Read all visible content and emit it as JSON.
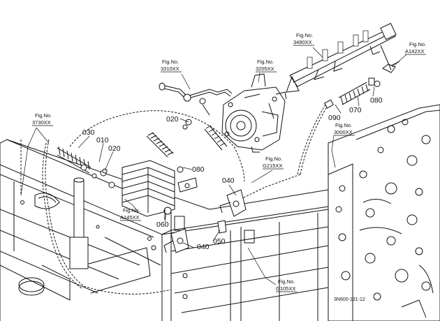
{
  "figure_refs": {
    "fig_3480": {
      "line1": "Fig.No.",
      "line2": "3480XX"
    },
    "fig_a142": {
      "line1": "Fig.No.",
      "line2": "A142XX"
    },
    "fig_3310": {
      "line1": "Fig.No.",
      "line2": "3310XX"
    },
    "fig_3205": {
      "line1": "Fig.No.",
      "line2": "3205XX"
    },
    "fig_3730": {
      "line1": "Fig.No.",
      "line2": "3730XX"
    },
    "fig_3000": {
      "line1": "Fig.No.",
      "line2": "3000XX"
    },
    "fig_g215": {
      "line1": "Fig.No.",
      "line2": "G215XX"
    },
    "fig_a145": {
      "line1": "Fig.No.",
      "line2": "A145XX"
    },
    "fig_g105": {
      "line1": "Fig.No.",
      "line2": "G105XX"
    }
  },
  "parts": {
    "p030": "030",
    "p010": "010",
    "p020_left": "020",
    "p020_mid": "020",
    "p080_mid": "080",
    "p040_top": "040",
    "p040_bottom": "040",
    "p060": "060",
    "p050": "050",
    "p090": "090",
    "p070": "070",
    "p080_right": "080"
  },
  "drawing_code": "3N600-131-12"
}
